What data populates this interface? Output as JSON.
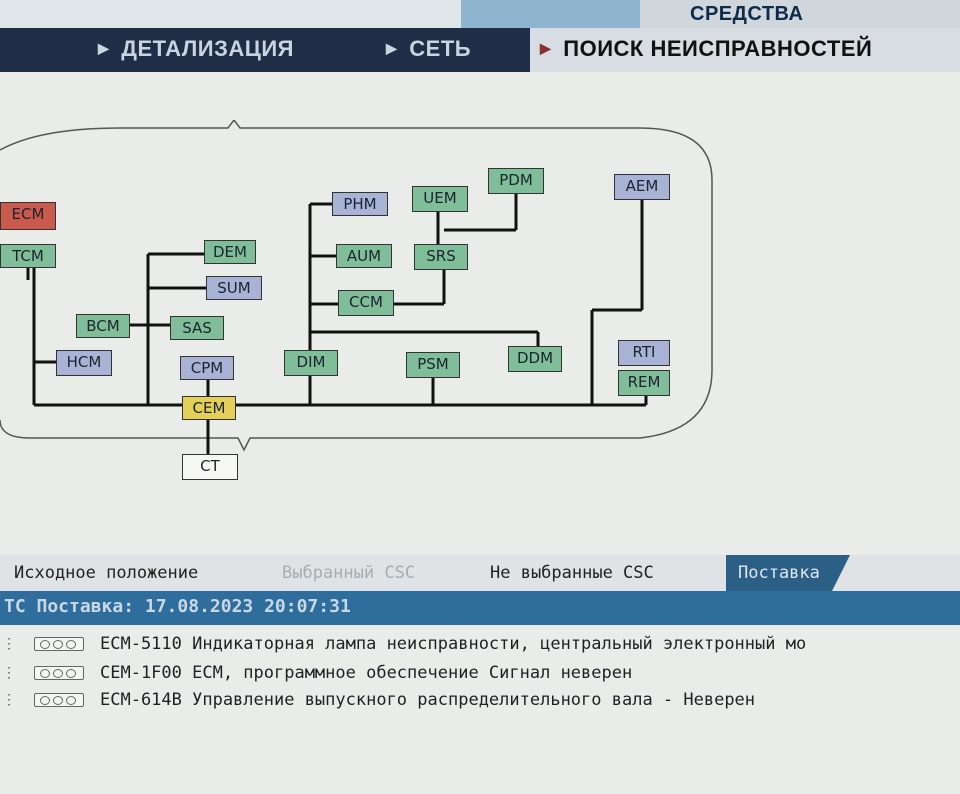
{
  "header": {
    "tools_title": "СРЕДСТВА"
  },
  "nav": {
    "items": [
      {
        "label": "ДЕТАЛИЗАЦИЯ",
        "active": false
      },
      {
        "label": "СЕТЬ",
        "active": false
      },
      {
        "label": "ПОИСК НЕИСПРАВНОСТЕЙ",
        "active": true
      }
    ]
  },
  "network": {
    "modules": {
      "ecm": {
        "label": "ECM",
        "color": "#c95a4d"
      },
      "tcm": {
        "label": "TCM",
        "color": "#7fbe98"
      },
      "dem": {
        "label": "DEM",
        "color": "#7fbe98"
      },
      "sum": {
        "label": "SUM",
        "color": "#a8b3d6"
      },
      "bcm": {
        "label": "BCM",
        "color": "#7fbe98"
      },
      "sas": {
        "label": "SAS",
        "color": "#7fbe98"
      },
      "hcm": {
        "label": "HCM",
        "color": "#a8b3d6"
      },
      "cpm": {
        "label": "CPM",
        "color": "#a8b3d6"
      },
      "cem": {
        "label": "CEM",
        "color": "#e3cf5a"
      },
      "ct": {
        "label": "CT",
        "color": "#f7f7f4"
      },
      "phm": {
        "label": "PHM",
        "color": "#a8b3d6"
      },
      "aum": {
        "label": "AUM",
        "color": "#7fbe98"
      },
      "ccm": {
        "label": "CCM",
        "color": "#7fbe98"
      },
      "uem": {
        "label": "UEM",
        "color": "#7fbe98"
      },
      "srs": {
        "label": "SRS",
        "color": "#7fbe98"
      },
      "pdm": {
        "label": "PDM",
        "color": "#7fbe98"
      },
      "aem": {
        "label": "AEM",
        "color": "#a8b3d6"
      },
      "dim": {
        "label": "DIM",
        "color": "#7fbe98"
      },
      "psm": {
        "label": "PSM",
        "color": "#7fbe98"
      },
      "ddm": {
        "label": "DDM",
        "color": "#7fbe98"
      },
      "rti": {
        "label": "RTI",
        "color": "#a8b3d6"
      },
      "rem": {
        "label": "REM",
        "color": "#7fbe98"
      }
    }
  },
  "tabs": [
    {
      "label": "Исходное положение",
      "state": "normal"
    },
    {
      "label": "Выбранный CSC",
      "state": "disabled"
    },
    {
      "label": "Не выбранные CSC",
      "state": "normal"
    },
    {
      "label": "Поставка",
      "state": "active"
    }
  ],
  "status": {
    "text": "ТС Поставка: 17.08.2023 20:07:31"
  },
  "faults": [
    {
      "text": "ECM-5110 Индикаторная лампа неисправности, центральный электронный мо"
    },
    {
      "text": "CEM-1F00 ECM, программное обеспечение  Сигнал неверен"
    },
    {
      "text": "ECM-614B Управление выпускного распределительного вала - Неверен"
    }
  ]
}
